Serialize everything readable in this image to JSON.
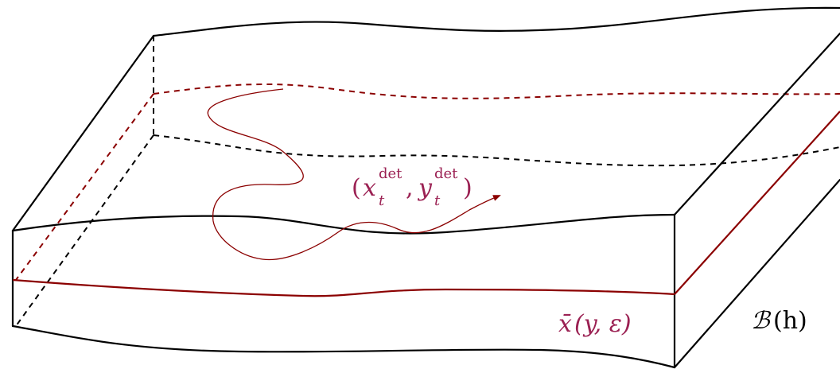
{
  "labels": {
    "trajectory": {
      "open_paren": "(",
      "x": "x",
      "x_sub": "t",
      "x_sup": "det",
      "comma": ",",
      "y": "y",
      "y_sub": "t",
      "y_sup": "det",
      "close_paren": ")"
    },
    "slow_manifold": {
      "bar_x": "x̄",
      "args": "(y, ε)"
    },
    "region": {
      "B": "ℬ",
      "args": "(h)"
    }
  },
  "colors": {
    "edges": "#000000",
    "manifold": "#8b0000",
    "trajectory": "#8b0000",
    "label_accent": "#9b2153",
    "label_plain": "#000000",
    "background": "#ffffff"
  }
}
